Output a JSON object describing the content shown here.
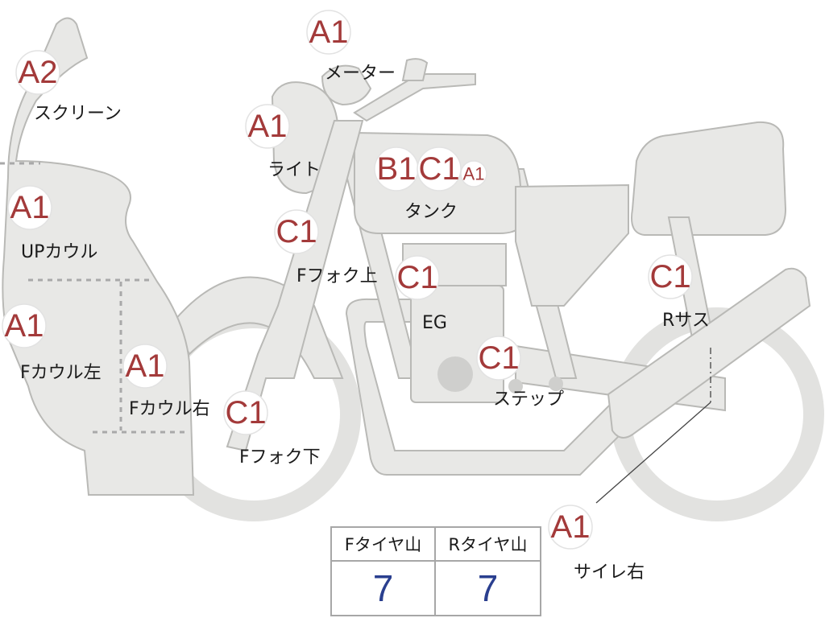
{
  "colors": {
    "grade": "#a33a3a",
    "value": "#2a3f8f"
  },
  "parts": [
    {
      "id": "screen",
      "grade": "A2",
      "label": "スクリーン"
    },
    {
      "id": "meter",
      "grade": "A1",
      "label": "メーター"
    },
    {
      "id": "light",
      "grade": "A1",
      "label": "ライト"
    },
    {
      "id": "tank-b1",
      "grade": "B1",
      "label": ""
    },
    {
      "id": "tank-c1",
      "grade": "C1",
      "label": "タンク"
    },
    {
      "id": "tank-a1",
      "grade": "A1",
      "label": ""
    },
    {
      "id": "up-cowl",
      "grade": "A1",
      "label": "UPカウル"
    },
    {
      "id": "f-fork-up",
      "grade": "C1",
      "label": "Fフォク上"
    },
    {
      "id": "engine",
      "grade": "C1",
      "label": "EG"
    },
    {
      "id": "r-sus",
      "grade": "C1",
      "label": "Rサス"
    },
    {
      "id": "f-cowl-left",
      "grade": "A1",
      "label": "Fカウル左"
    },
    {
      "id": "f-cowl-right",
      "grade": "A1",
      "label": "Fカウル右"
    },
    {
      "id": "step",
      "grade": "C1",
      "label": "ステップ"
    },
    {
      "id": "f-fork-low",
      "grade": "C1",
      "label": "Fフォク下"
    },
    {
      "id": "muffler-r",
      "grade": "A1",
      "label": "サイレ右"
    }
  ],
  "tire_table": {
    "headers": [
      "Fタイヤ山",
      "Rタイヤ山"
    ],
    "values": [
      "7",
      "7"
    ]
  }
}
